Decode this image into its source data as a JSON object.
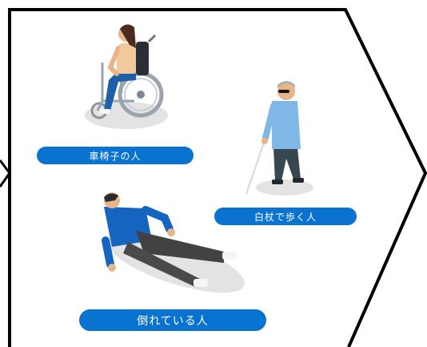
{
  "colors": {
    "accent": "#0a73d0",
    "outline": "#000000",
    "shadow": "#e3e3e3"
  },
  "labels": {
    "wheelchair": "車椅子の人",
    "cane": "白杖で歩く人",
    "fallen": "倒れている人"
  },
  "icons": {
    "wheelchair": "wheelchair-user-icon",
    "cane": "white-cane-walker-icon",
    "fallen": "fallen-person-icon"
  }
}
